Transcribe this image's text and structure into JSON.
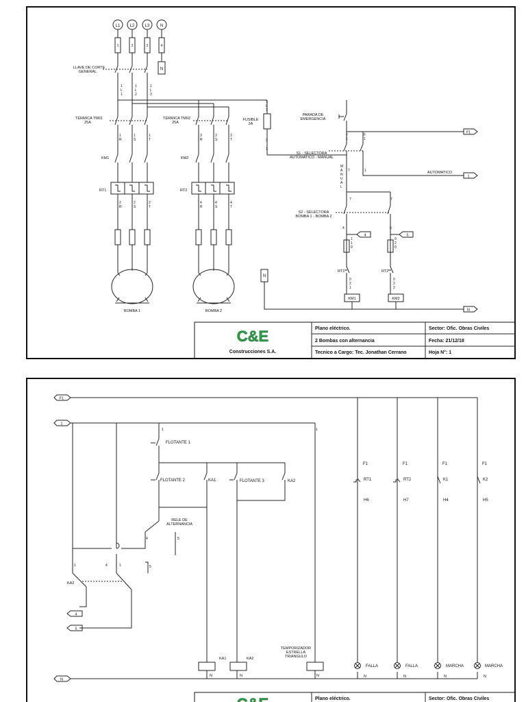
{
  "sheet1": {
    "phases": [
      "L1",
      "L2",
      "L3",
      "N"
    ],
    "phase_numbers": [
      "1",
      "2",
      "3",
      "4"
    ],
    "main_switch": {
      "line1": "LLAVE DE CORTE",
      "line2": "GENERAL"
    },
    "breaker1": {
      "line1": "TÉRMICA TM01",
      "line2": "25A"
    },
    "breaker2": {
      "line1": "TÉRMICA TM02",
      "line2": "25A"
    },
    "contactor1": "KM1",
    "contactor2": "KM2",
    "relay1": "RT1",
    "relay2": "RT2",
    "fuse": {
      "line1": "FUSIBLE",
      "line2": "2A"
    },
    "estop": {
      "line1": "PARADA DE",
      "line2": "EMERGENCIA"
    },
    "selector1": {
      "line1": "S1 - SELECTORA",
      "line2": "AUTOMATICO - MANUAL"
    },
    "selector2": {
      "line1": "S2 - SELECTORA",
      "line2": "BOMBA 1 - BOMBA 2"
    },
    "automatic": "AUTOMATICO",
    "manual": [
      "M",
      "A",
      "N",
      "U",
      "A",
      "L"
    ],
    "pump1": "BOMBA 1",
    "pump2": "BOMBA 2",
    "wire_labels": {
      "l1": [
        "1",
        "L",
        "1"
      ],
      "l2": [
        "1",
        "L",
        "2"
      ],
      "l3": [
        "1",
        "L",
        "3"
      ],
      "r1": [
        "1",
        "R"
      ],
      "s1": [
        "1",
        "S"
      ],
      "t1": [
        "1",
        "T"
      ],
      "r3": [
        "3",
        "R"
      ],
      "s3": [
        "3",
        "S"
      ],
      "t3": [
        "3",
        "T"
      ],
      "r2": [
        "2",
        "R"
      ],
      "s2": [
        "2",
        "S"
      ],
      "t2": [
        "2",
        "T"
      ],
      "r4": [
        "4",
        "R"
      ],
      "s4": [
        "4",
        "S"
      ],
      "t4": [
        "4",
        "T"
      ],
      "fuse_top": [
        "1",
        "L",
        "1"
      ],
      "fuse_bot": "3",
      "fuse_out": "1",
      "f1a": [
        "F",
        "1"
      ],
      "f1b": [
        "F",
        "1"
      ],
      "n7a": "7",
      "n1a": "1",
      "n7b": "7",
      "n7c": "7",
      "n4": "4",
      "n5": "5",
      "k1": [
        "1",
        "1",
        "9"
      ],
      "k2": [
        "0",
        "2",
        "0"
      ],
      "o1": [
        "0",
        "2",
        "1"
      ],
      "o2": [
        "0",
        "2",
        "2"
      ]
    },
    "terminals": {
      "f1": "F1",
      "one": "1",
      "four": "4",
      "five": "5",
      "n": "N"
    },
    "coil1": "KM1",
    "coil2": "KM2",
    "rt1": "RT1",
    "rt2": "RT2",
    "n_box": "N"
  },
  "sheet2": {
    "f1": "F1",
    "one": "1",
    "four": "4",
    "five": "5",
    "n": "N",
    "float1": "FLOTANTE 1",
    "float2": "FLOTANTE 2",
    "float3": "FLOTANTE 3",
    "ka1": "KA1",
    "ka2": "KA2",
    "ka2_left": "KA2",
    "relay": {
      "line1": "RELE DE",
      "line2": "ALTERNANCIA"
    },
    "timer": {
      "line1": "TEMPORIZADOR",
      "line2": "ESTRELLA",
      "line3": "TRIANGULO"
    },
    "n_labels": {
      "a": "1",
      "b": "4",
      "c": "1",
      "d": "4",
      "e": "5",
      "f": "5",
      "g": "1"
    },
    "columns": [
      {
        "top": "F1",
        "contact": "RT1",
        "out": "H6",
        "lamp": "FALLA"
      },
      {
        "top": "F1",
        "contact": "RT2",
        "out": "H7",
        "lamp": "FALLA"
      },
      {
        "top": "F1",
        "contact": "K1",
        "out": "H4",
        "lamp": "MARCHA"
      },
      {
        "top": "F1",
        "contact": "K2",
        "out": "H5",
        "lamp": "MARCHA"
      }
    ],
    "coil_a": "KA1",
    "coil_b": "KA2"
  },
  "title_block": {
    "brand": "C&E",
    "company": "Construcciones S.A.",
    "doc": "Plano eléctrico.",
    "desc": "2 Bombas con alternancia",
    "tech": "Tecnico a Cargo: Tec. Jonathan Cerrano",
    "sector": "Sector: Ofic. Obras Civiles",
    "date": "Fecha: 21/12/18",
    "sheet": "Hoja N°:  1"
  },
  "colors": {
    "brand_green": "#2e9e4a"
  }
}
